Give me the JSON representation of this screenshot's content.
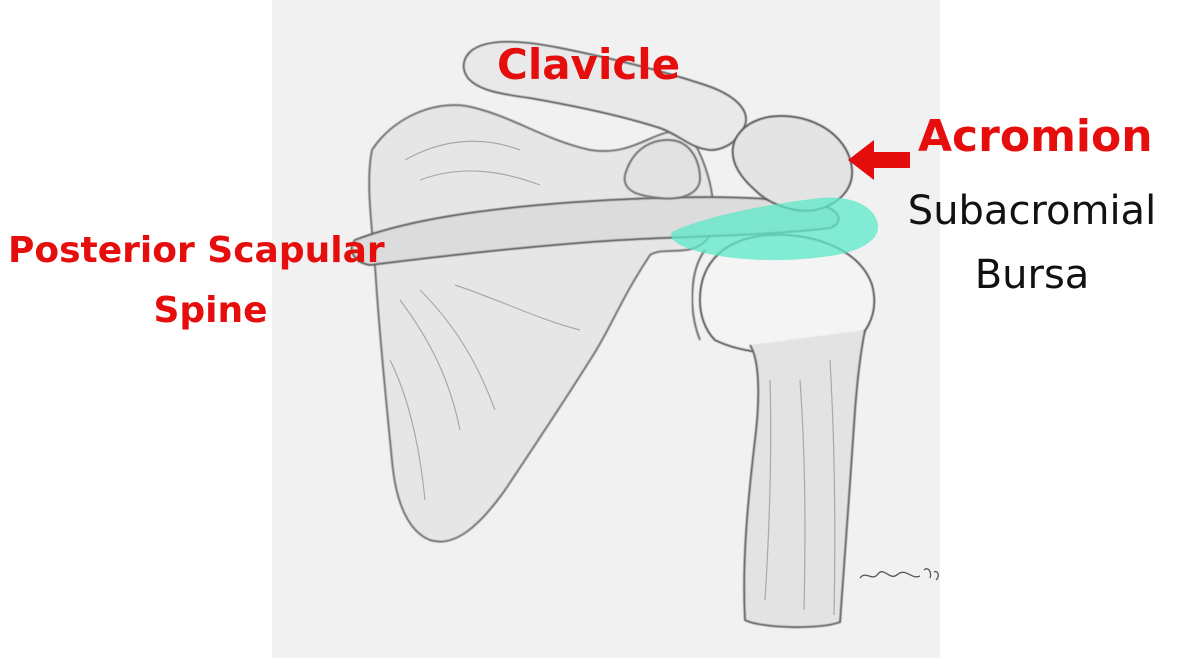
{
  "labels": {
    "clavicle": "Clavicle",
    "acromion": "Acromion",
    "subacromial": "Subacromial",
    "bursa": "Bursa",
    "posterior_scapular": "Posterior Scapular",
    "spine": "Spine"
  },
  "colors": {
    "label_red": "#e60d0d",
    "label_black": "#111111",
    "bursa_fill": "#5ce8c8",
    "arrow": "#e60d0d",
    "pencil": "#6e6e6e",
    "paper": "#f1f1f1"
  },
  "signature": "artist signature '13"
}
